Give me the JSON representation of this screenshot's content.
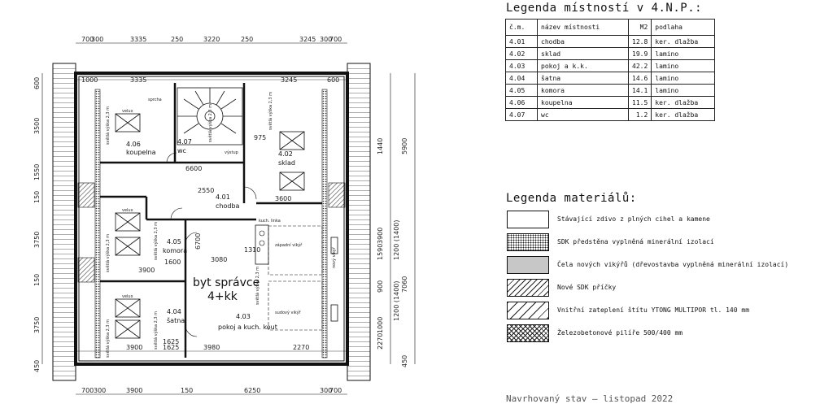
{
  "rooms_legend": {
    "title": "Legenda místností v 4.N.P.:",
    "headers": [
      "č.m.",
      "název místnosti",
      "M2",
      "podlaha"
    ],
    "rows": [
      [
        "4.01",
        "chodba",
        "12.8",
        "ker. dlažba"
      ],
      [
        "4.02",
        "sklad",
        "19.9",
        "lamino"
      ],
      [
        "4.03",
        "pokoj a k.k.",
        "42.2",
        "lamino"
      ],
      [
        "4.04",
        "šatna",
        "14.6",
        "lamino"
      ],
      [
        "4.05",
        "komora",
        "14.1",
        "lamino"
      ],
      [
        "4.06",
        "koupelna",
        "11.5",
        "ker. dlažba"
      ],
      [
        "4.07",
        "wc",
        "1.2",
        "ker. dlažba"
      ]
    ]
  },
  "materials_legend": {
    "title": "Legenda materiálů:",
    "items": [
      {
        "label": "Stávající zdivo z plných cihel a kamene",
        "pattern": "blank"
      },
      {
        "label": "SDK předstěna vyplněná minerální izolací",
        "pattern": "dots"
      },
      {
        "label": "Čela nových vikýřů (dřevostavba vyplněná minerální izolací)",
        "pattern": "fine-dots"
      },
      {
        "label": "Nové SDK příčky",
        "pattern": "hatch"
      },
      {
        "label": "Vnitřní zateplení štítu YTONG MULTIPOR tl. 140 mm",
        "pattern": "hatch-wide"
      },
      {
        "label": "Železobetonové pilíře 500/400 mm",
        "pattern": "cross-hatch"
      }
    ]
  },
  "footer": "Navrhovaný stav – listopad 2022",
  "plan": {
    "top_dims": [
      "700",
      "300",
      "3335",
      "250",
      "3220",
      "250",
      "3245",
      "300",
      "700"
    ],
    "top_inner_dims": [
      "1000",
      "3335",
      "3245",
      "600"
    ],
    "bottom_dims": [
      "700",
      "300",
      "3900",
      "150",
      "6250",
      "300",
      "700"
    ],
    "bottom_inner_dims": [
      "3900",
      "1625",
      "3980",
      "2270"
    ],
    "left_dims": [
      "600",
      "3500",
      "1550",
      "150",
      "3750",
      "150",
      "3750",
      "450"
    ],
    "right_dims": [
      "1440",
      "5900",
      "7060",
      "450",
      "3900",
      "1590",
      "1200 (1400)",
      "1200 (1400)",
      "900",
      "1000",
      "2270"
    ],
    "inner_dims": [
      "6600",
      "2550",
      "3600",
      "975",
      "1600",
      "3900",
      "6700",
      "3080",
      "1310",
      "1625"
    ],
    "room_labels": [
      {
        "code": "4.06",
        "name": "koupelna"
      },
      {
        "code": "4.07",
        "name": "wc"
      },
      {
        "code": "4.02",
        "name": "sklad"
      },
      {
        "code": "4.01",
        "name": "chodba"
      },
      {
        "code": "4.05",
        "name": "komora"
      },
      {
        "code": "4.04",
        "name": "šatna"
      },
      {
        "code": "4.03",
        "name": "pokoj a kuch. kout"
      }
    ],
    "notes": {
      "sprcha": "sprcha",
      "velux": "velux",
      "svetla_vyska": "světlá výška 2,3 m",
      "kuch_linka": "kuch. linka",
      "vikyr_west": "západní vikýř",
      "vikyr_east": "sudový vikýř",
      "novy_vikyr": "nový vikýř",
      "vystup": "výstup",
      "apartment": "byt správce",
      "apartment_size": "4+kk"
    }
  }
}
